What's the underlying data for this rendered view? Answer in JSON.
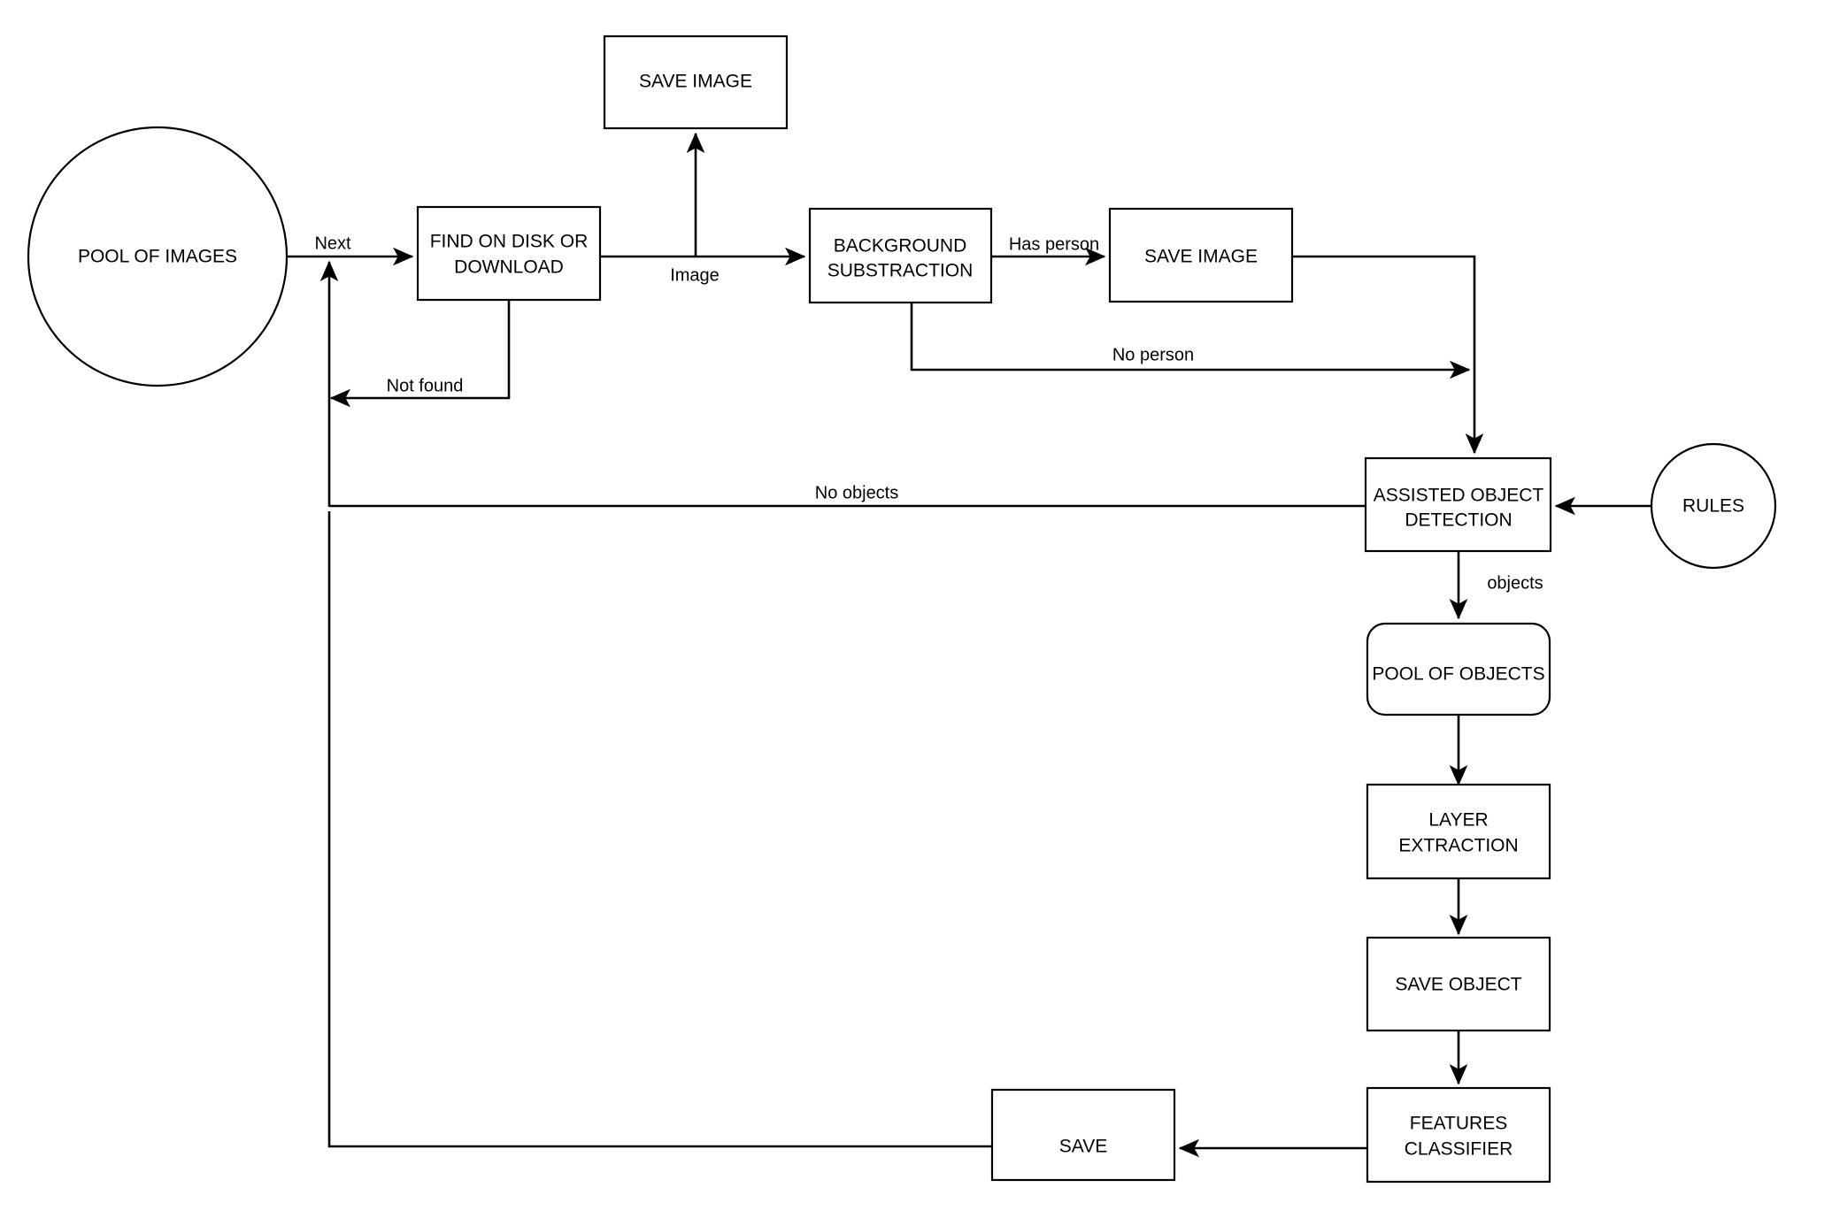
{
  "diagram": {
    "title": "Image processing pipeline flowchart",
    "background_color": "#ffffff",
    "stroke_color": "#000000",
    "nodes": [
      {
        "id": "pool_of_images",
        "label": "POOL OF IMAGES",
        "shape": "circle"
      },
      {
        "id": "find_on_disk",
        "label_line1": "FIND ON DISK OR",
        "label_line2": "DOWNLOAD",
        "shape": "rectangle"
      },
      {
        "id": "save_image_top",
        "label": "SAVE IMAGE",
        "shape": "rectangle"
      },
      {
        "id": "background_sub",
        "label_line1": "BACKGROUND",
        "label_line2": "SUBSTRACTION",
        "shape": "rectangle"
      },
      {
        "id": "save_image_right",
        "label": "SAVE IMAGE",
        "shape": "rectangle"
      },
      {
        "id": "assisted_object_detection",
        "label_line1": "ASSISTED OBJECT",
        "label_line2": "DETECTION",
        "shape": "rectangle"
      },
      {
        "id": "rules",
        "label": "RULES",
        "shape": "circle"
      },
      {
        "id": "pool_of_objects",
        "label": "POOL OF OBJECTS",
        "shape": "rounded-rectangle"
      },
      {
        "id": "layer_extraction",
        "label_line1": "LAYER",
        "label_line2": "EXTRACTION",
        "shape": "rectangle"
      },
      {
        "id": "save_object",
        "label": "SAVE OBJECT",
        "shape": "rectangle"
      },
      {
        "id": "features_classifier",
        "label_line1": "FEATURES",
        "label_line2": "CLASSIFIER",
        "shape": "rectangle"
      },
      {
        "id": "save",
        "label": "SAVE",
        "shape": "rectangle"
      }
    ],
    "edges": [
      {
        "id": "e_next",
        "from": "pool_of_images",
        "to": "find_on_disk",
        "label": "Next"
      },
      {
        "id": "e_not_found",
        "from": "find_on_disk",
        "to": "pool_of_images",
        "label": "Not found"
      },
      {
        "id": "e_image",
        "from": "find_on_disk",
        "to": "background_sub",
        "label": "Image"
      },
      {
        "id": "e_save_image_top",
        "from": "find_on_disk",
        "to": "save_image_top",
        "label": ""
      },
      {
        "id": "e_has_person",
        "from": "background_sub",
        "to": "save_image_right",
        "label": "Has person"
      },
      {
        "id": "e_no_person",
        "from": "background_sub",
        "to": "assisted_object_detection",
        "label": "No person"
      },
      {
        "id": "e_saved_to_detect",
        "from": "save_image_right",
        "to": "assisted_object_detection",
        "label": ""
      },
      {
        "id": "e_rules",
        "from": "rules",
        "to": "assisted_object_detection",
        "label": ""
      },
      {
        "id": "e_no_objects",
        "from": "assisted_object_detection",
        "to": "pool_of_images",
        "label": "No objects"
      },
      {
        "id": "e_objects",
        "from": "assisted_object_detection",
        "to": "pool_of_objects",
        "label": "objects"
      },
      {
        "id": "e_pool_to_layer",
        "from": "pool_of_objects",
        "to": "layer_extraction",
        "label": ""
      },
      {
        "id": "e_layer_to_saveobj",
        "from": "layer_extraction",
        "to": "save_object",
        "label": ""
      },
      {
        "id": "e_saveobj_to_features",
        "from": "save_object",
        "to": "features_classifier",
        "label": ""
      },
      {
        "id": "e_features_to_save",
        "from": "features_classifier",
        "to": "save",
        "label": ""
      },
      {
        "id": "e_save_to_pool",
        "from": "save",
        "to": "pool_of_images",
        "label": ""
      }
    ]
  }
}
